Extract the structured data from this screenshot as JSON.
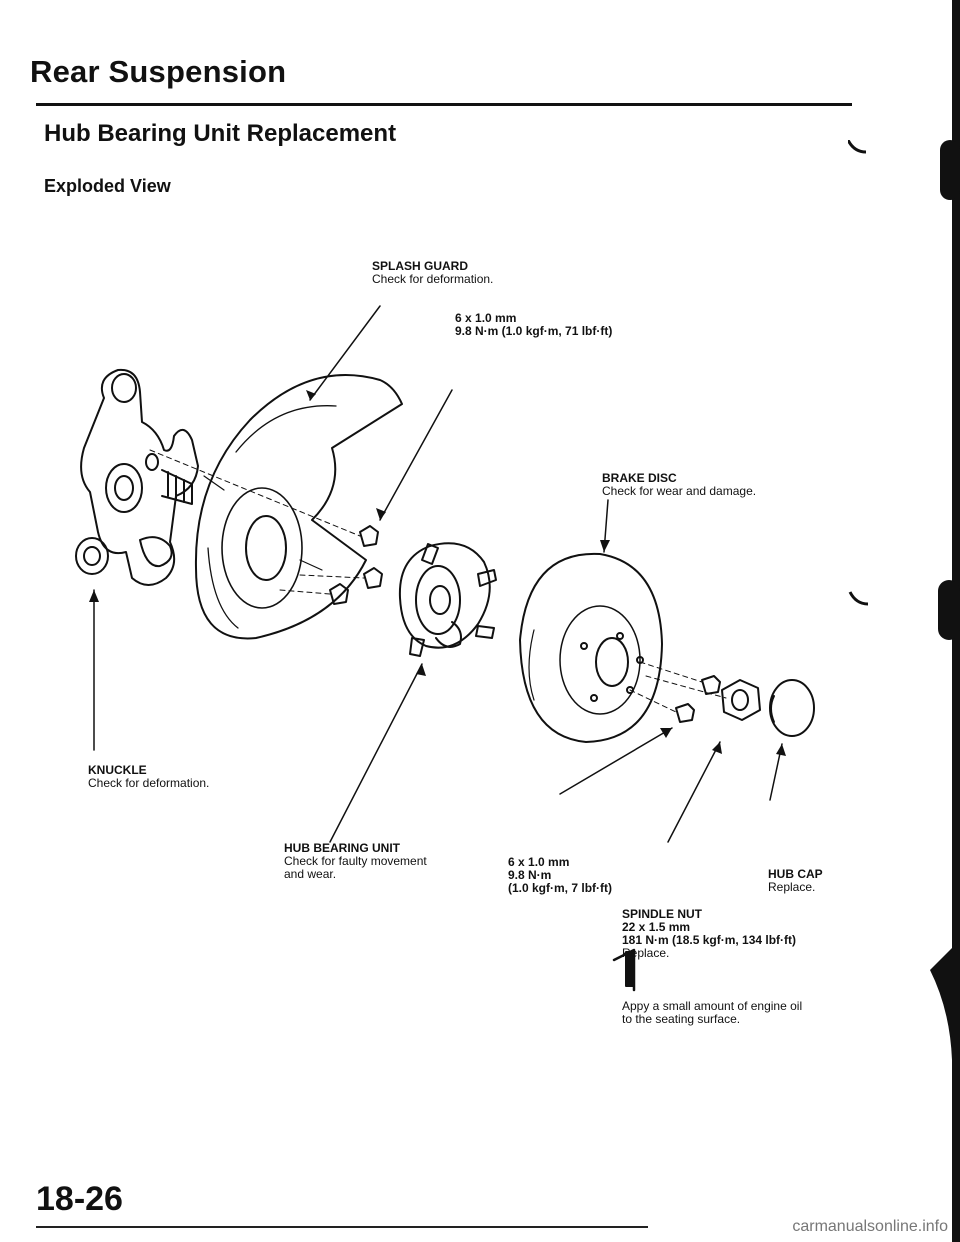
{
  "header": {
    "section_title": "Rear Suspension",
    "procedure_title": "Hub Bearing Unit Replacement",
    "view_title": "Exploded View"
  },
  "callouts": {
    "splash_guard": {
      "name": "SPLASH GUARD",
      "note": "Check for deformation."
    },
    "splash_bolt": {
      "size": "6 x 1.0 mm",
      "torque": "9.8 N·m (1.0 kgf·m, 71 lbf·ft)"
    },
    "brake_disc": {
      "name": "BRAKE DISC",
      "note": "Check for wear and damage."
    },
    "knuckle": {
      "name": "KNUCKLE",
      "note": "Check for deformation."
    },
    "hub_bearing": {
      "name": "HUB BEARING UNIT",
      "note_line1": "Check for faulty movement",
      "note_line2": "and wear."
    },
    "disc_screw": {
      "size": "6 x 1.0 mm",
      "torque_line1": "9.8 N·m",
      "torque_line2": "(1.0 kgf·m, 7 lbf·ft)"
    },
    "hub_cap": {
      "name": "HUB CAP",
      "note": "Replace."
    },
    "spindle_nut": {
      "name": "SPINDLE NUT",
      "size": "22 x 1.5 mm",
      "torque": "181 N·m (18.5 kgf·m, 134 lbf·ft)",
      "note": "Replace."
    },
    "oil_note": {
      "line1": "Appy a small amount of engine oil",
      "line2": "to the seating surface."
    }
  },
  "footer": {
    "page_number": "18-26",
    "watermark": "carmanualsonline.info"
  }
}
